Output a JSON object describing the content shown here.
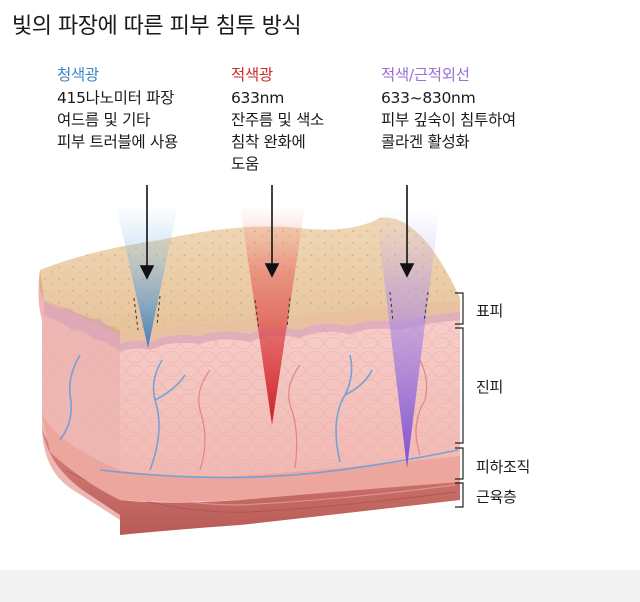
{
  "title": "빛의 파장에 따른 피부 침투 방식",
  "lights": [
    {
      "name": "청색광",
      "color": "#3a86c8",
      "lines": [
        "415나노미터 파장",
        "여드름 및 기타",
        "피부 트러블에 사용"
      ]
    },
    {
      "name": "적색광",
      "color": "#d02a2a",
      "lines": [
        "633nm",
        "잔주름 및 색소",
        "침착 완화에",
        "도움"
      ]
    },
    {
      "name": "적색/근적외선",
      "color": "#9b6fd6",
      "lines": [
        "633~830nm",
        "피부 깊숙이 침투하여",
        "콜라겐 활성화"
      ]
    }
  ],
  "layers": {
    "epidermis": "표피",
    "dermis": "진피",
    "subcutis": "피하조직",
    "muscle": "근육층"
  },
  "colors": {
    "epidermis": "#e9c9a3",
    "dermis": "#f4c2c0",
    "subcutis": "#e9a8a0",
    "muscle": "#c8706b",
    "blue": "#3a86c8",
    "red": "#d02a2a",
    "purple": "#9b6fd6"
  }
}
